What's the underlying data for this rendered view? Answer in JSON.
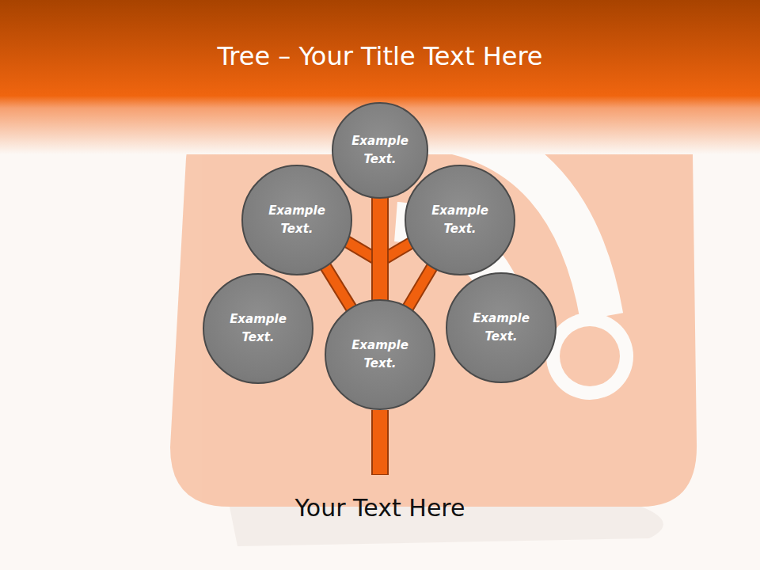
{
  "diagram": {
    "title": "Tree – Your Title Text Here",
    "caption": "Your Text Here",
    "nodes": [
      {
        "text": [
          "Example Text."
        ]
      },
      {
        "text": [
          "Example Text."
        ]
      },
      {
        "text": [
          "Example Text."
        ]
      },
      {
        "text": [
          "Example Text."
        ]
      },
      {
        "text": [
          "Example Text."
        ]
      },
      {
        "text": [
          "Example Text."
        ]
      }
    ],
    "edges": [
      {
        "from": 4,
        "to": 0,
        "arrow": "none"
      },
      {
        "from": 4,
        "to": 1,
        "arrow": "none"
      },
      {
        "from": 4,
        "to": 2,
        "arrow": "none"
      }
    ]
  }
}
